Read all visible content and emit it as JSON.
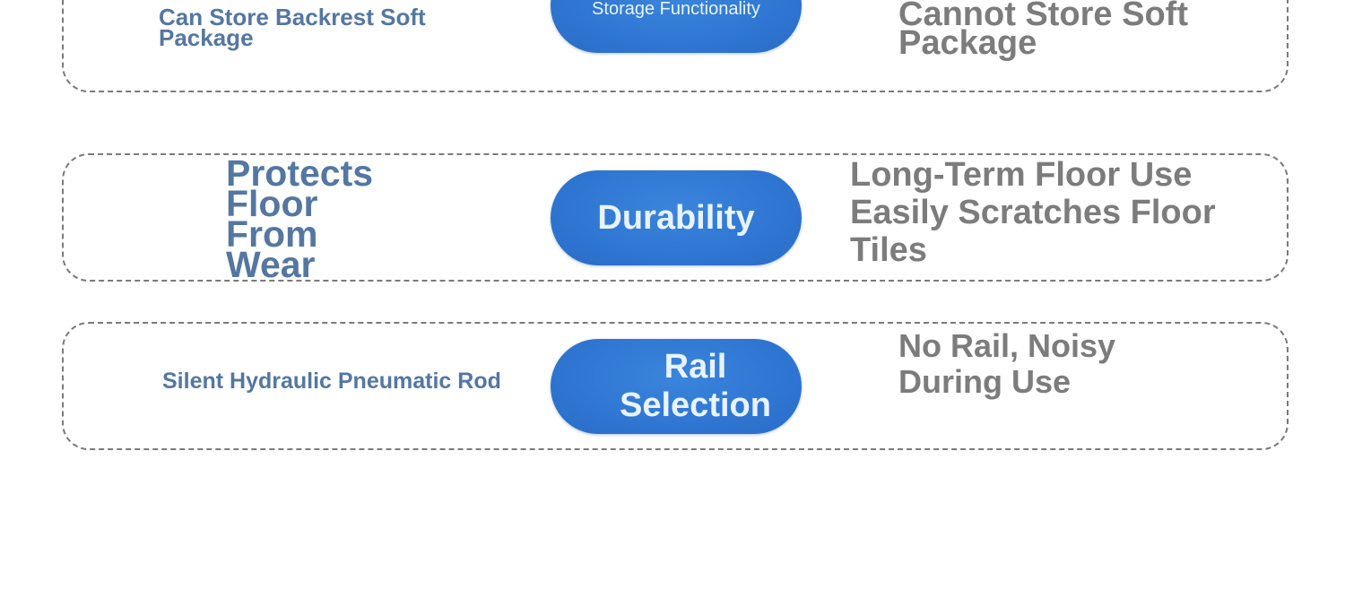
{
  "rows": [
    {
      "left": "Can Store Backrest Soft Package",
      "center": "Storage Functionality",
      "right": "Cannot Store Soft Package"
    },
    {
      "left": "Protects Floor From Wear",
      "center": "Durability",
      "right": "Long-Term Floor Use Easily Scratches Floor Tiles"
    },
    {
      "left": "Silent Hydraulic Pneumatic Rod",
      "center": "Rail Selection",
      "right": "No Rail, Noisy During Use"
    }
  ],
  "colors": {
    "pill_blue": "#2f76d2",
    "pill_text": "#e8f3ff",
    "left_text": "#5477a2",
    "right_text": "#7c7c7c",
    "border": "#7a7a7a"
  }
}
